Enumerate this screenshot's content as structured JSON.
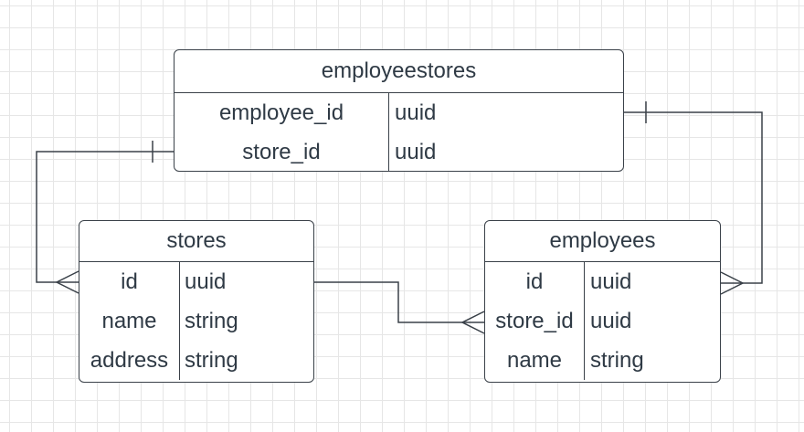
{
  "diagram": {
    "entities": [
      {
        "key": "employeestores",
        "title": "employeestores",
        "rows": [
          {
            "name": "employee_id",
            "type": "uuid"
          },
          {
            "name": "store_id",
            "type": "uuid"
          }
        ]
      },
      {
        "key": "stores",
        "title": "stores",
        "rows": [
          {
            "name": "id",
            "type": "uuid"
          },
          {
            "name": "name",
            "type": "string"
          },
          {
            "name": "address",
            "type": "string"
          }
        ]
      },
      {
        "key": "employees",
        "title": "employees",
        "rows": [
          {
            "name": "id",
            "type": "uuid"
          },
          {
            "name": "store_id",
            "type": "uuid"
          },
          {
            "name": "name",
            "type": "string"
          }
        ]
      }
    ],
    "relationships": [
      {
        "from": "employeestores",
        "to": "stores",
        "from_cardinality": "one",
        "to_cardinality": "many"
      },
      {
        "from": "employeestores",
        "to": "employees",
        "from_cardinality": "one",
        "to_cardinality": "many"
      },
      {
        "from": "stores",
        "to": "employees",
        "from_cardinality": "none",
        "to_cardinality": "many"
      }
    ],
    "colors": {
      "stroke": "#3a4149",
      "text": "#2f3a45",
      "grid": "#e6e6e6",
      "background": "#ffffff"
    }
  }
}
